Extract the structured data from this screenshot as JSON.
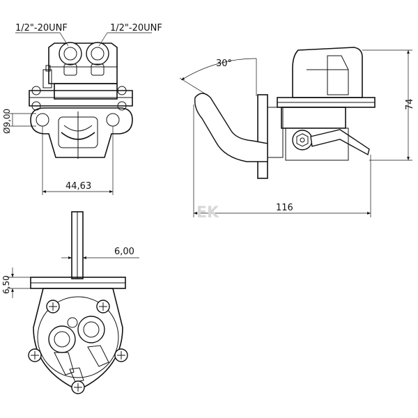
{
  "drawing": {
    "front_view": {
      "thread_left": "1/2\"-20UNF",
      "thread_right": "1/2\"-20UNF",
      "hole_diameter": "Ø9,00",
      "hole_spacing": "44,63"
    },
    "side_view": {
      "lever_angle": "30°",
      "height": "74",
      "length": "116"
    },
    "bottom_view": {
      "lever_thickness": "6,00",
      "flange_thickness": "6,50"
    },
    "watermark": "EK"
  },
  "colors": {
    "line": "#111111",
    "background": "#ffffff",
    "watermark": "#d8d8d8"
  }
}
